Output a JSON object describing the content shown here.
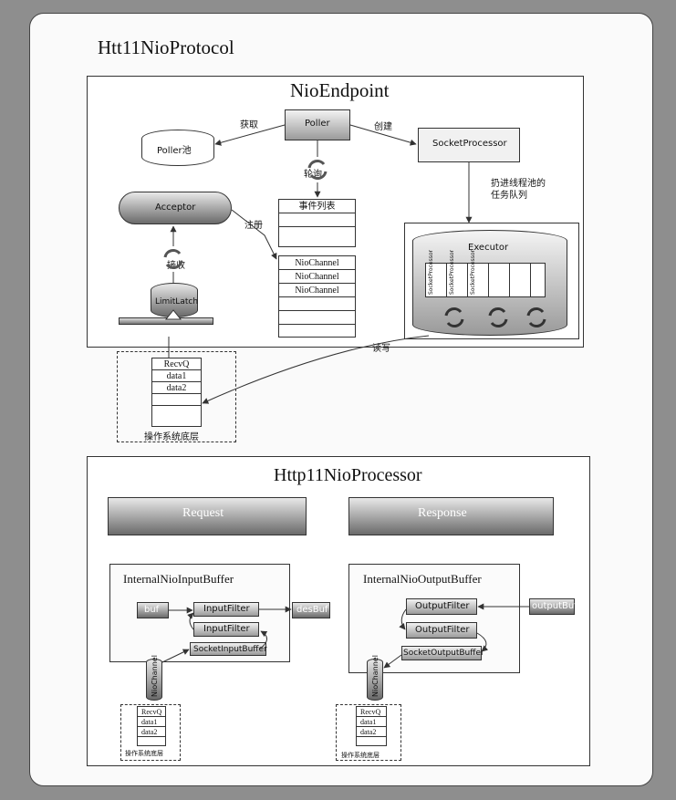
{
  "protocol_title": "Htt11NioProtocol",
  "endpoint": {
    "title": "NioEndpoint",
    "poller_pool": "Poller池",
    "poller": "Poller",
    "socket_processor": "SocketProcessor",
    "acceptor": "Acceptor",
    "limit_latch": "LimitLatch",
    "event_list": "事件列表",
    "nio_channels": [
      "NioChannel",
      "NioChannel",
      "NioChannel"
    ],
    "executor": "Executor",
    "executor_slots": [
      "SocketProcessor",
      "SocketProcessor",
      "SocketProcessor"
    ],
    "label_fetch": "获取",
    "label_create": "创建",
    "label_poll": "轮询",
    "label_register": "注册",
    "label_accept": "接收",
    "label_enqueue": "扔进线程池的任务队列",
    "label_readwrite": "读写"
  },
  "os_layer": {
    "recvq": "RecvQ",
    "rows": [
      "data1",
      "data2"
    ],
    "caption": "操作系统底层"
  },
  "processor": {
    "title": "Http11NioProcessor",
    "request": "Request",
    "response": "Response",
    "input_buffer": {
      "title": "InternalNioInputBuffer",
      "buf": "buf",
      "filter1": "InputFilter",
      "filter2": "InputFilter",
      "socket_buffer": "SocketInputBuffer",
      "des_buf": "desBuf"
    },
    "output_buffer": {
      "title": "InternalNioOutputBuffer",
      "filter1": "OutputFilter",
      "filter2": "OutputFilter",
      "socket_buffer": "SocketOutputBuffer",
      "output_buf": "outputBuf"
    },
    "nio_channel": "NioChannel",
    "mini_os_left": {
      "recvq": "RecvQ",
      "rows": [
        "data1",
        "data2"
      ],
      "caption": "操作系统底层"
    },
    "mini_os_right": {
      "recvq": "RecvQ",
      "rows": [
        "data1",
        "data2"
      ],
      "caption": "操作系统底层"
    }
  },
  "colors": {
    "page_bg": "#8e8e8e",
    "card_bg": "#fafafa",
    "frame": "#444444"
  }
}
